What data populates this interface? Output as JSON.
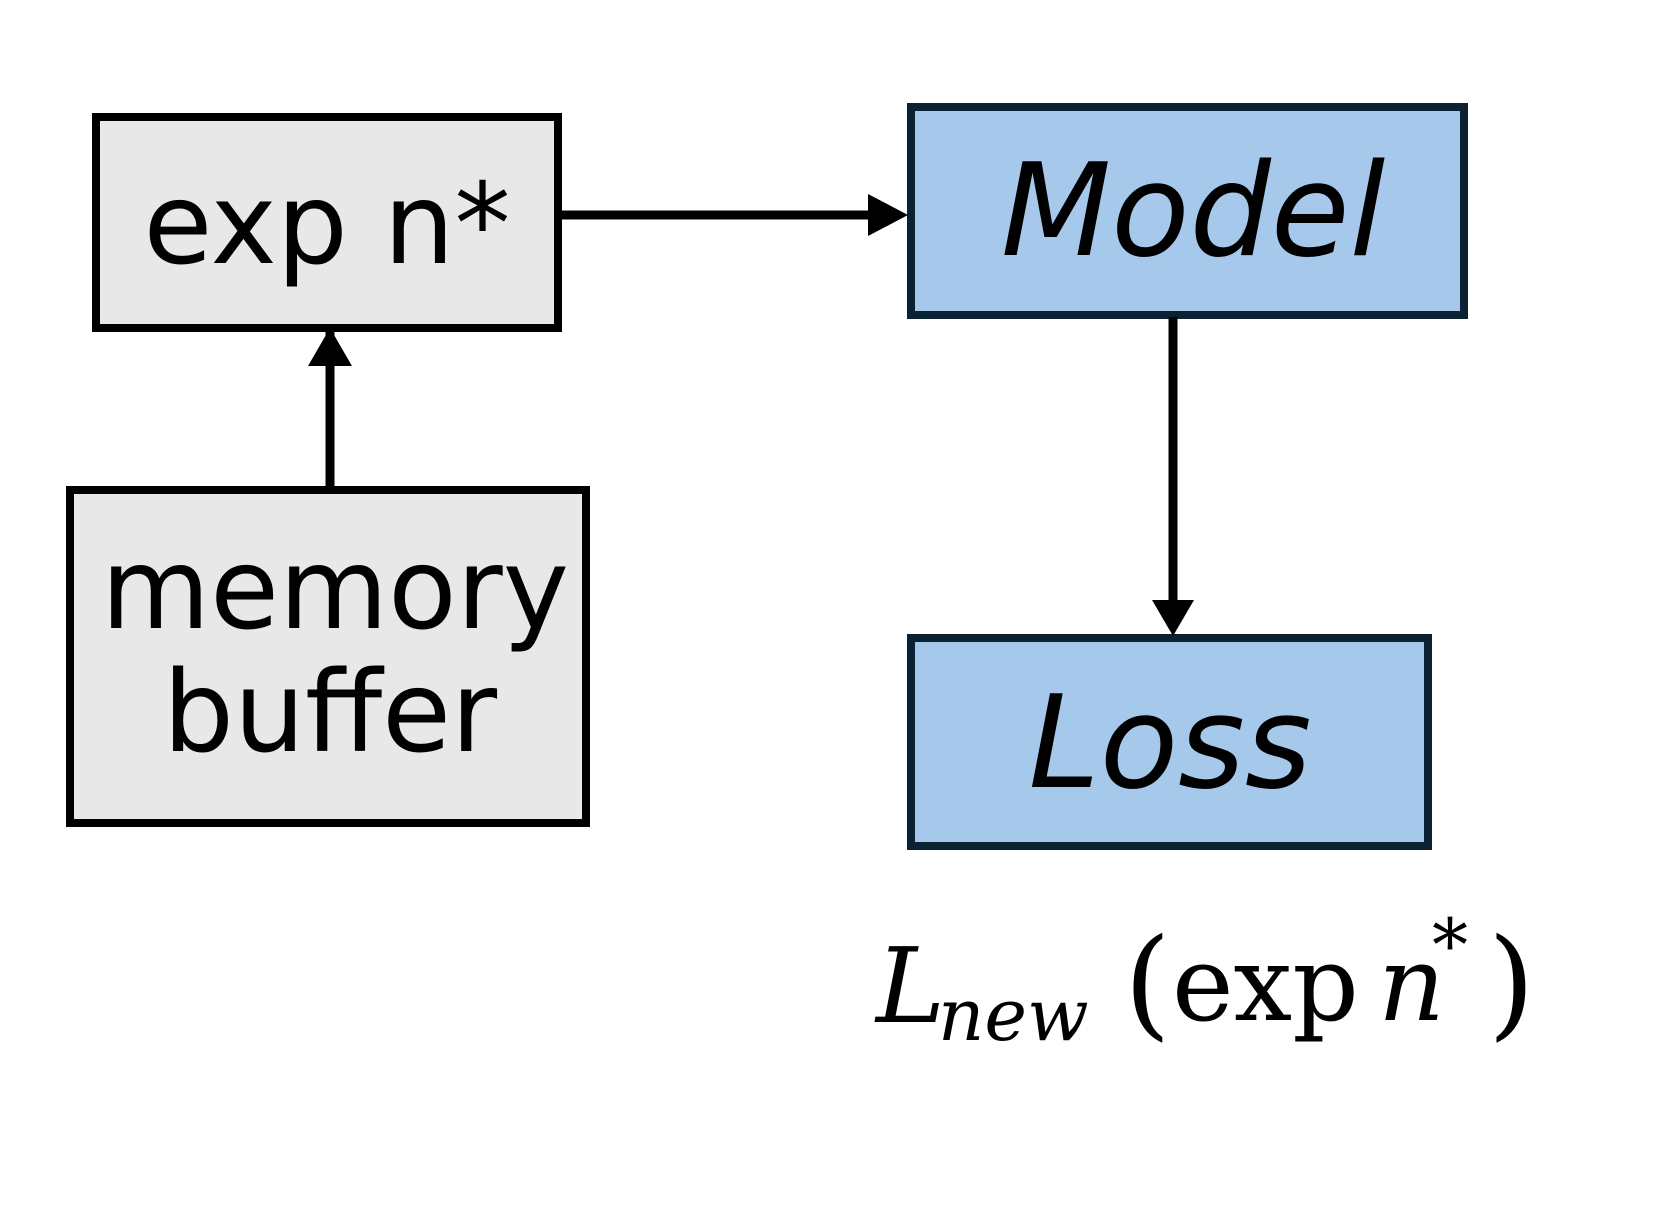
{
  "colors": {
    "gray_box_fill": "#e8e8e8",
    "gray_box_stroke": "#000000",
    "blue_box_fill": "#a6c8ea",
    "blue_box_stroke": "#0c2233",
    "arrow": "#000000",
    "text": "#000000"
  },
  "nodes": {
    "exp_n": {
      "label": "exp n*"
    },
    "memory_buffer": {
      "label_line1": "memory",
      "label_line2": "buffer"
    },
    "model": {
      "label": "Model"
    },
    "loss": {
      "label": "Loss"
    }
  },
  "formula": {
    "symbol": "L",
    "subscript": "new",
    "open_paren": "(",
    "func": "exp",
    "var": "n",
    "superscript": "*",
    "close_paren": ")"
  },
  "edges": [
    {
      "from": "memory_buffer",
      "to": "exp_n"
    },
    {
      "from": "exp_n",
      "to": "model"
    },
    {
      "from": "model",
      "to": "loss"
    }
  ]
}
